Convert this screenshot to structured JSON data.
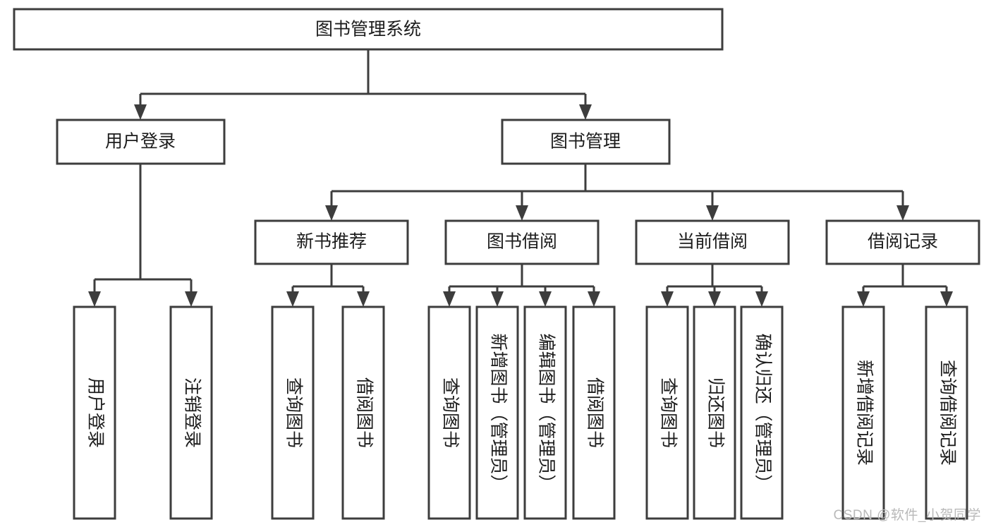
{
  "diagram": {
    "type": "tree-hierarchy-chart",
    "title": "图书管理系统",
    "orientation": "top-down",
    "colors": {
      "box_fill": "#ffffff",
      "box_stroke": "#3d3d3d",
      "connector": "#3d3d3d",
      "text": "#1c1c1c",
      "watermark": "#b9b9b9"
    },
    "levels": {
      "root": {
        "label": "图书管理系统"
      },
      "level2": [
        {
          "label": "用户登录"
        },
        {
          "label": "图书管理"
        }
      ],
      "level3": [
        {
          "label": "新书推荐"
        },
        {
          "label": "图书借阅"
        },
        {
          "label": "当前借阅"
        },
        {
          "label": "借阅记录"
        }
      ]
    },
    "nodes": {
      "root": "图书管理系统",
      "user_login": "用户登录",
      "book_manage": "图书管理",
      "new_book_rec": "新书推荐",
      "book_borrow": "图书借阅",
      "current_borrow": "当前借阅",
      "borrow_record": "借阅记录",
      "leaf_user_login": "用户登录",
      "leaf_logout_login": "注销登录",
      "leaf_query_book_1": "查询图书",
      "leaf_borrow_book_1": "借阅图书",
      "leaf_query_book_2": "查询图书",
      "leaf_add_book_admin": "新增图书（管理员）",
      "leaf_edit_book_admin": "编辑图书（管理员）",
      "leaf_borrow_book_2": "借阅图书",
      "leaf_query_book_3": "查询图书",
      "leaf_return_book": "归还图书",
      "leaf_confirm_return_admin": "确认归还（管理员）",
      "leaf_add_borrow_record": "新增借阅记录",
      "leaf_query_borrow_record": "查询借阅记录"
    },
    "leaf_groups": [
      {
        "parent": "用户登录",
        "children": [
          "用户登录",
          "注销登录"
        ]
      },
      {
        "parent": "新书推荐",
        "children": [
          "查询图书",
          "借阅图书"
        ]
      },
      {
        "parent": "图书借阅",
        "children": [
          "查询图书",
          "新增图书（管理员）",
          "编辑图书（管理员）",
          "借阅图书"
        ]
      },
      {
        "parent": "当前借阅",
        "children": [
          "查询图书",
          "归还图书",
          "确认归还（管理员）"
        ]
      },
      {
        "parent": "借阅记录",
        "children": [
          "新增借阅记录",
          "查询借阅记录"
        ]
      }
    ]
  },
  "watermark": {
    "text": "CSDN @软件_小贺同学"
  }
}
